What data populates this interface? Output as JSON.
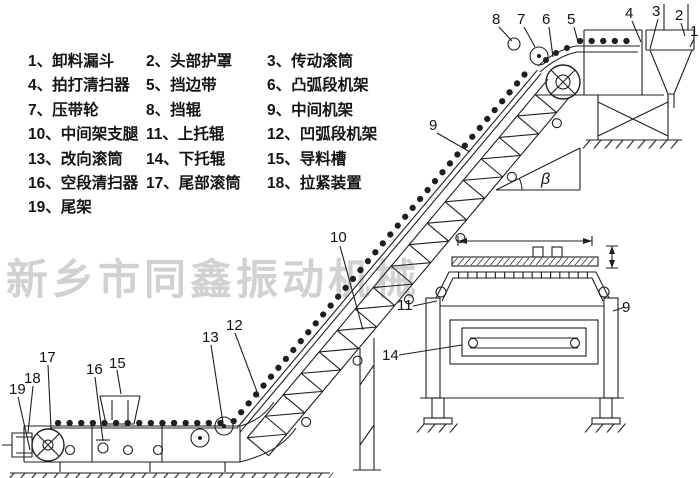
{
  "legend": {
    "items": [
      "1、卸料漏斗",
      "2、头部护罩",
      "3、传动滚筒",
      "4、拍打清扫器",
      "5、挡边带",
      "6、凸弧段机架",
      "7、压带轮",
      "8、挡辊",
      "9、中间机架",
      "10、中间架支腿",
      "11、上托辊",
      "12、凹弧段机架",
      "13、改向滚筒",
      "14、下托辊",
      "15、导料槽",
      "16、空段清扫器",
      "17、尾部滚筒",
      "18、拉紧装置",
      "19、尾架"
    ]
  },
  "callouts": {
    "c1": "1",
    "c2": "2",
    "c3": "3",
    "c4": "4",
    "c5": "5",
    "c6": "6",
    "c7": "7",
    "c8": "8",
    "c9": "9",
    "c9_section": "9",
    "c10": "10",
    "c11": "11",
    "c12": "12",
    "c13": "13",
    "c14": "14",
    "c15": "15",
    "c16": "16",
    "c17": "17",
    "c18": "18",
    "c19": "19",
    "beta": "β"
  },
  "watermark": "新乡市同鑫振动机械",
  "colors": {
    "line": "#1f1f1f",
    "callout_text": "#111111",
    "watermark": "#c6c6c6",
    "background": "#ffffff"
  }
}
